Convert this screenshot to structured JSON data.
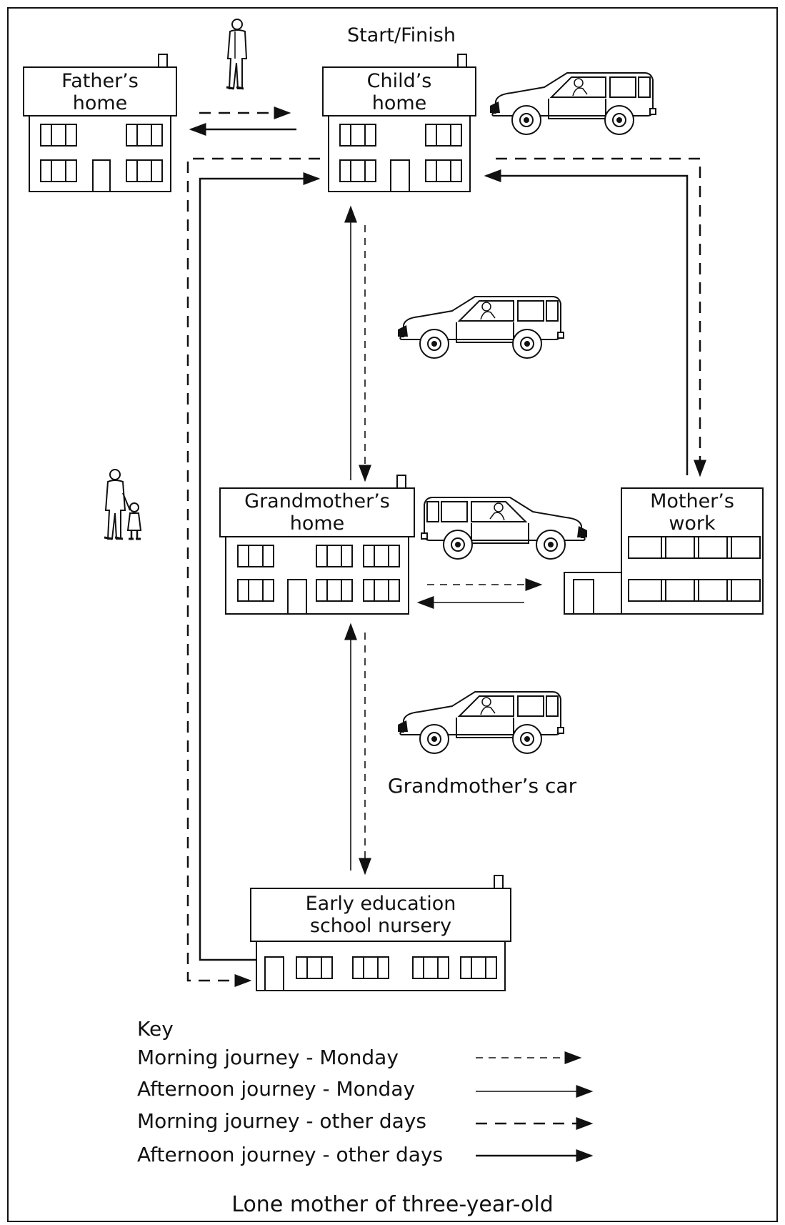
{
  "labels": {
    "start_finish": "Start/Finish",
    "fathers_home": [
      "Father’s",
      "home"
    ],
    "childs_home": [
      "Child’s",
      "home"
    ],
    "grandmothers_home": [
      "Grandmother’s",
      "home"
    ],
    "mothers_work": [
      "Mother’s",
      "work"
    ],
    "nursery": [
      "Early education",
      "school nursery"
    ],
    "grandmothers_car": "Grandmother’s car"
  },
  "key": {
    "title": "Key",
    "items": [
      {
        "label": "Morning journey - Monday",
        "style": "dashed-thin"
      },
      {
        "label": "Afternoon journey - Monday",
        "style": "solid-thin"
      },
      {
        "label": "Morning journey - other days",
        "style": "dashed-bold"
      },
      {
        "label": "Afternoon journey - other days",
        "style": "solid-bold"
      }
    ]
  },
  "caption": "Lone mother of three-year-old"
}
